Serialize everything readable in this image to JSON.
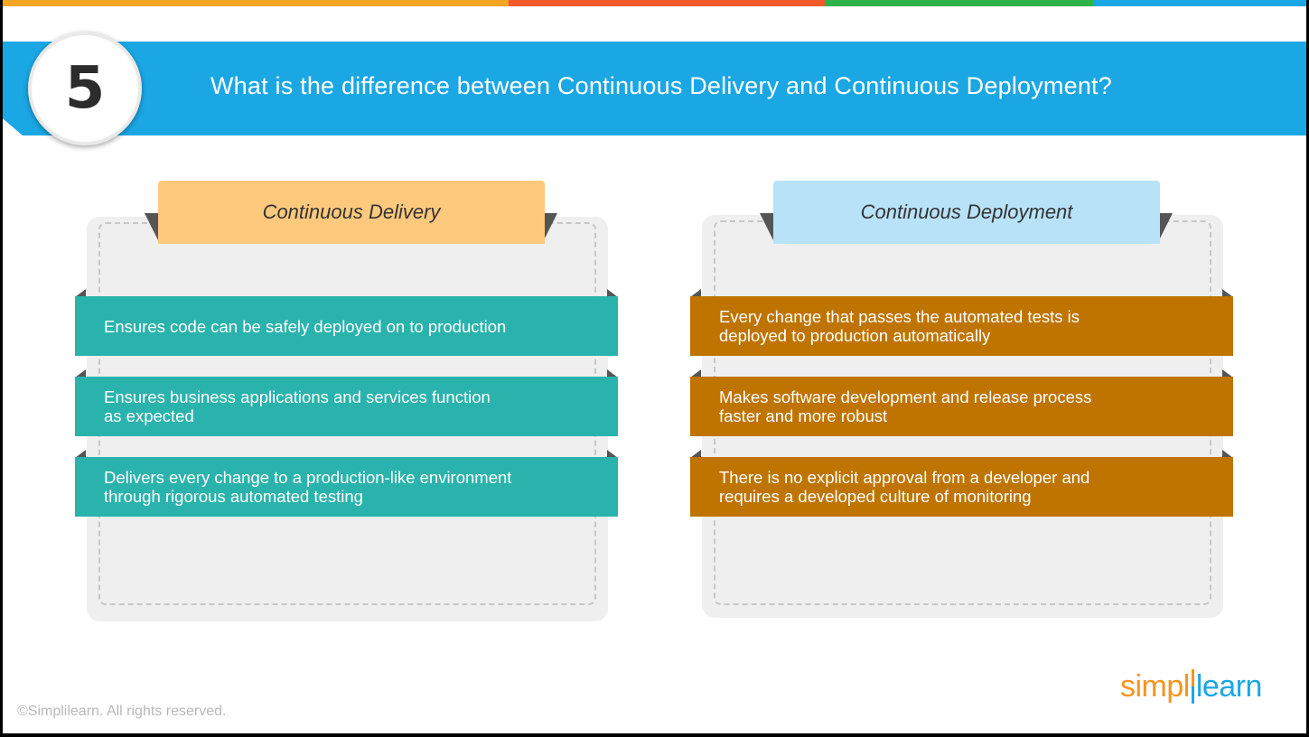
{
  "colors": {
    "strip": [
      "#f5a623",
      "#f05a28",
      "#2db34a",
      "#1aa7e4"
    ],
    "banner": "#1aa7e4",
    "delivery_tab": "#ffc97d",
    "deployment_tab": "#b8e2f8",
    "delivery_row": "#2ab3ad",
    "deployment_row": "#bf7400"
  },
  "header": {
    "number": "5",
    "question": "What is the difference between Continuous Delivery and Continuous Deployment?"
  },
  "delivery": {
    "title": "Continuous Delivery",
    "items": [
      [
        "Ensures code can be safely deployed on to production"
      ],
      [
        "Ensures business applications and services function",
        "as expected"
      ],
      [
        "Delivers every change to a production-like environment",
        "through rigorous automated testing"
      ]
    ]
  },
  "deployment": {
    "title": "Continuous Deployment",
    "items": [
      [
        "Every change that passes the automated tests is",
        "deployed to production automatically"
      ],
      [
        "Makes software development and release process",
        "faster and more robust"
      ],
      [
        "There is no explicit approval from a developer and",
        "requires a developed culture of monitoring"
      ]
    ]
  },
  "footer": {
    "copyright": "©Simplilearn. All rights reserved.",
    "logo_left": "simpl",
    "logo_right": "learn"
  }
}
